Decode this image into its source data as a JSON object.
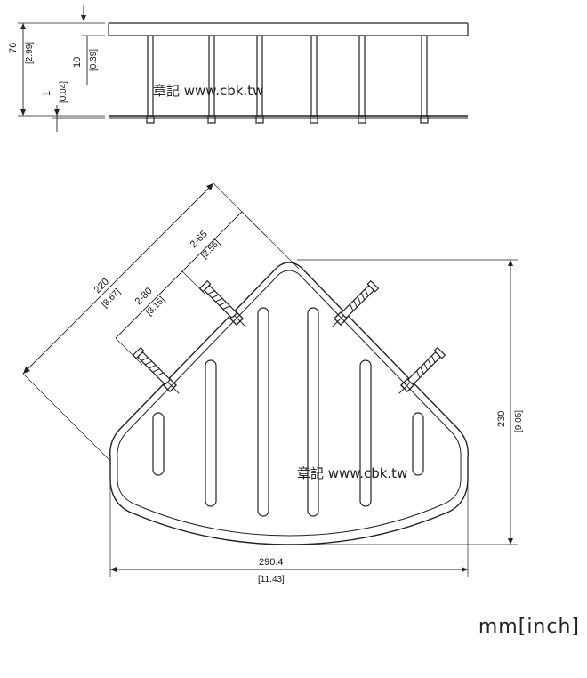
{
  "watermark": "章記 www.cbk.tw",
  "units_label": "mm[inch]",
  "side_view": {
    "height_total": "76",
    "height_total_in": "[2.99]",
    "height_top": "10",
    "height_top_in": "[0.39]",
    "height_base": "1",
    "height_base_in": "[0.04]"
  },
  "top_view": {
    "edge": "220",
    "edge_in": "[8.67]",
    "anchor_a": "2-65",
    "anchor_a_in": "[2.56]",
    "anchor_b": "2-80",
    "anchor_b_in": "[3.15]",
    "width": "290.4",
    "width_in": "[11.43]",
    "depth": "230",
    "depth_in": "[9.05]"
  }
}
